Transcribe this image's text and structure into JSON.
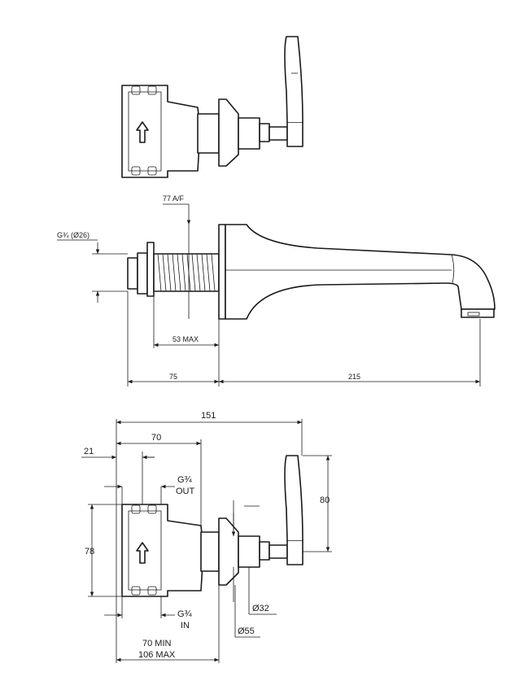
{
  "labels": {
    "spout_af": "77 A/F",
    "inlet_thread": "G¾ (Ø26)",
    "max_53": "53 MAX",
    "dim_75": "75",
    "dim_215": "215",
    "dim_151": "151",
    "dim_70_top": "70",
    "dim_21": "21",
    "outlet_line1": "G¾",
    "outlet_line2": "OUT",
    "dim_80": "80",
    "dim_78": "78",
    "inlet_line1": "G¾",
    "inlet_line2": "IN",
    "dia_32": "Ø32",
    "dia_55": "Ø55",
    "min_70": "70 MIN",
    "max_106": "106 MAX"
  }
}
